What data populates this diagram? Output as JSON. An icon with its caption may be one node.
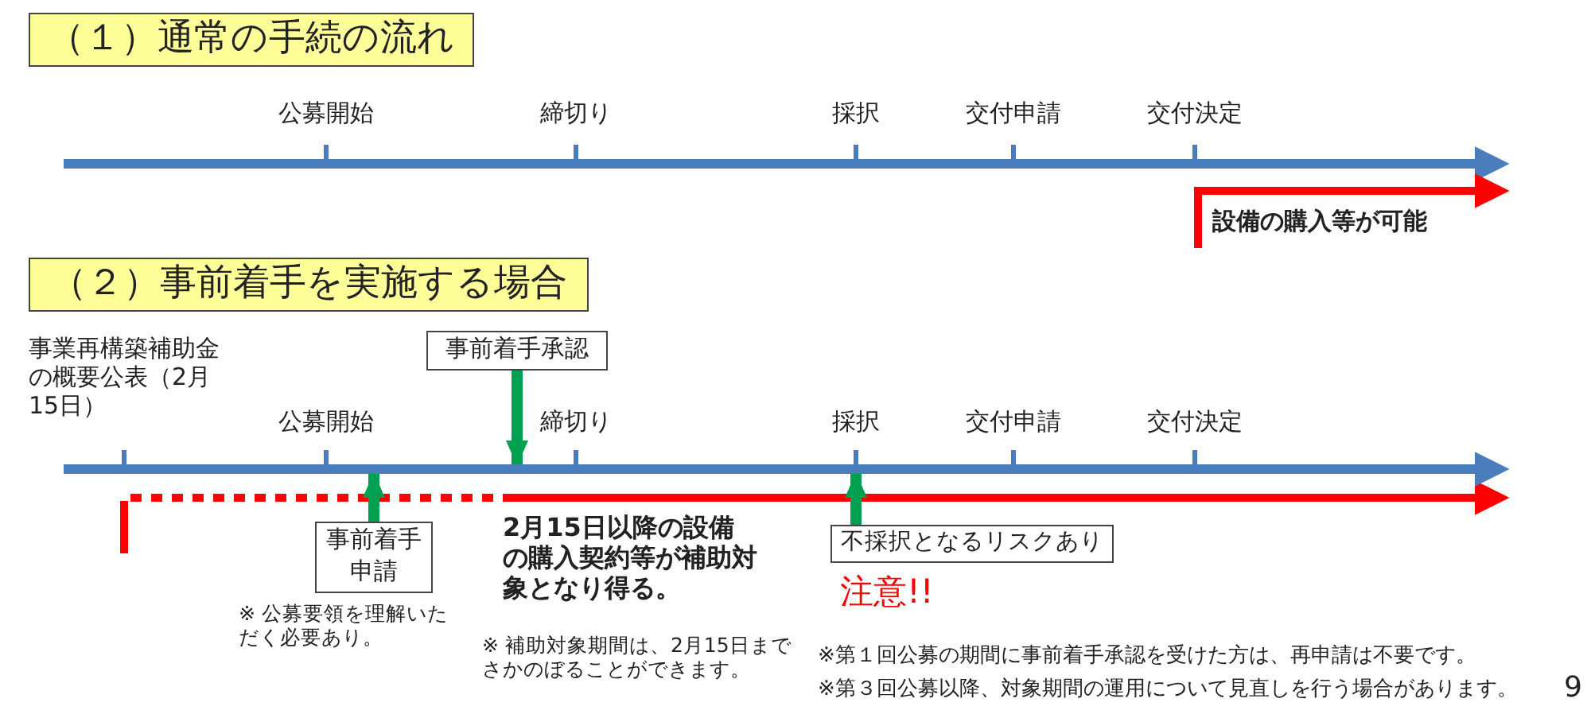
{
  "diagram": {
    "nodes": [
      {
        "text": [
          "（１）通常の手続の流れ"
        ]
      },
      {
        "text": [
          "（２）事前着手を実施する場合"
        ]
      },
      {
        "text": [
          "事前着手承認"
        ]
      },
      {
        "text": [
          "事前着手申請"
        ],
        "beside": [
          "※ 公募要領を理解いただく必要あり。"
        ]
      },
      {
        "text": [
          "不採択となるリスクあり"
        ],
        "beside": [
          "注意!!"
        ]
      },
      {
        "text": [],
        "shape": "bar"
      }
    ],
    "edges": [
      {
        "from": 2,
        "to": 5,
        "arrow": "to",
        "color": "#00a050"
      },
      {
        "from": 3,
        "to": 5,
        "arrow": "to",
        "color": "#00a050"
      },
      {
        "from": 4,
        "to": 5,
        "arrow": "to",
        "color": "#00a050"
      }
    ],
    "labels": [
      "公募開始",
      "締切り",
      "採択",
      "交付申請",
      "交付決定",
      "設備の購入等が可能",
      "事業再構築補助金の概要公表（2月15日）",
      "公募開始",
      "締切り",
      "採択",
      "交付申請",
      "交付決定",
      "2月15日以降の設備の購入契約等が補助対象となり得る。",
      "※ 補助対象期間は、2月15日までさかのぼることができます。",
      "※第１回公募の期間に事前着手承認を受けた方は、再申請は不要です。",
      "※第３回公募以降、対象期間の運用について見直しを行う場合があります。",
      "9"
    ]
  }
}
